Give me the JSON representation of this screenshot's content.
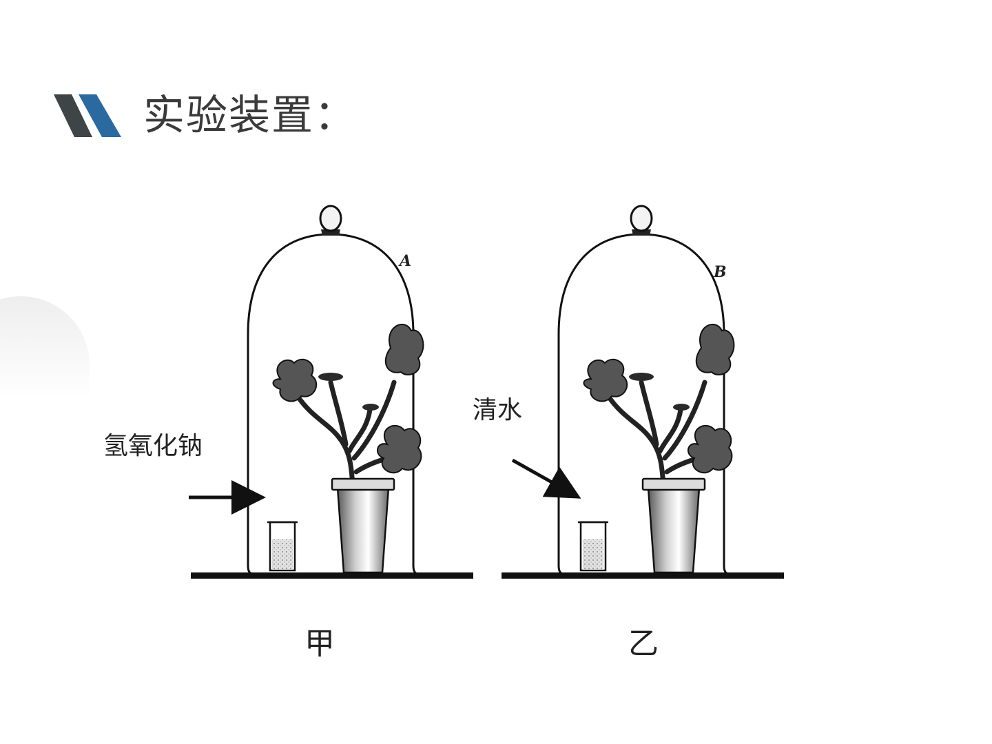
{
  "slide": {
    "title": "实验装置："
  },
  "diagram": {
    "apparatus_left": {
      "jar_letter": "A",
      "reagent_label": "氢氧化钠",
      "caption": "甲"
    },
    "apparatus_right": {
      "jar_letter": "B",
      "reagent_label": "清水",
      "caption": "乙"
    }
  },
  "colors": {
    "accent_dark": "#3f4447",
    "accent_blue": "#2a6aa0",
    "line": "#111111"
  }
}
